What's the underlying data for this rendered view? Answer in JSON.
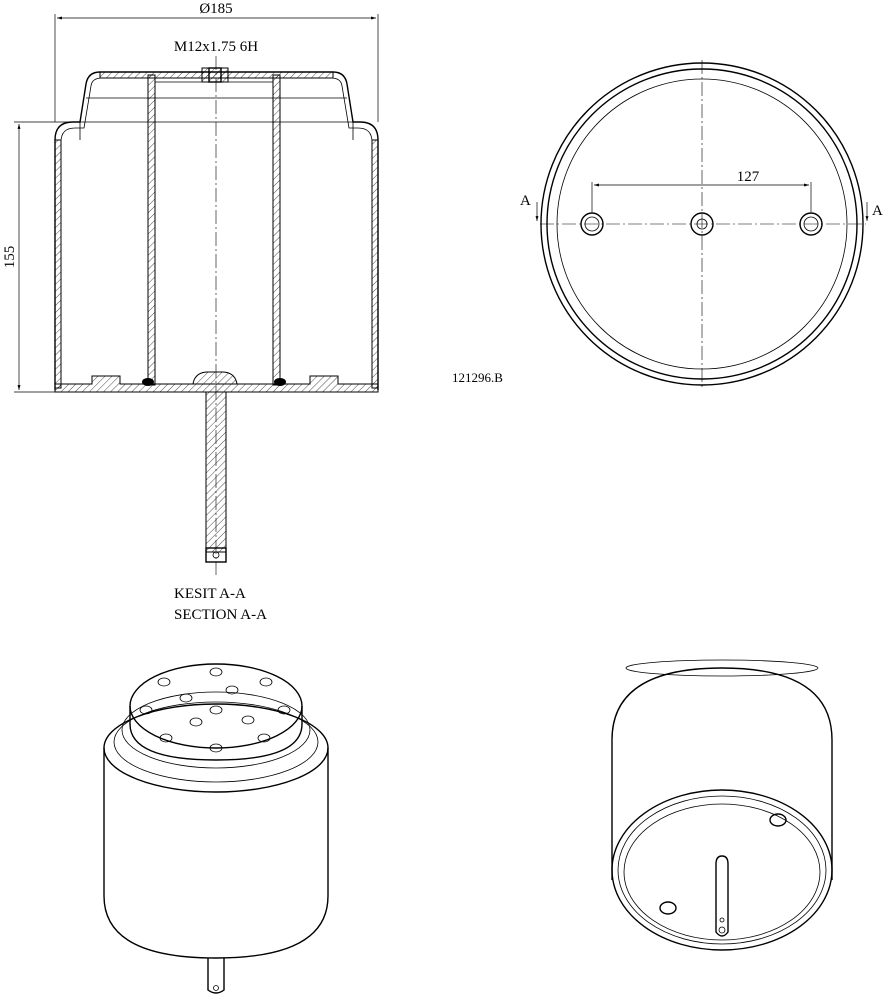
{
  "drawing": {
    "dims": {
      "diameter": "Ø185",
      "thread": "M12x1.75 6H",
      "height": "155",
      "hole_spacing": "127"
    },
    "section_marks": {
      "left": "A",
      "right": "A"
    },
    "part_number": "121296.B",
    "section_caption": {
      "line1": "KESIT A-A",
      "line2": "SECTION A-A"
    }
  }
}
